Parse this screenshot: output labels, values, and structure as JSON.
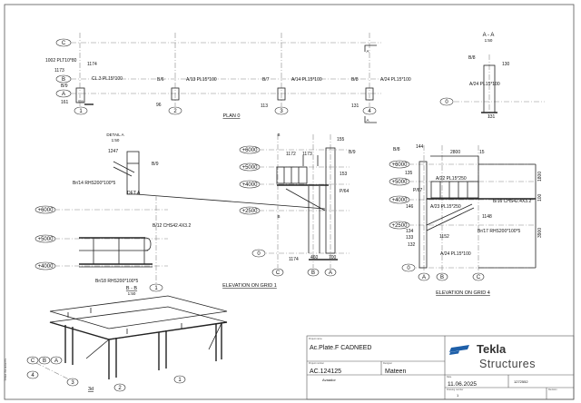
{
  "plan": {
    "title": "PLAN 0",
    "grid_rows": [
      "C",
      "B",
      "A"
    ],
    "grid_cols": [
      "1",
      "2",
      "3",
      "4"
    ],
    "section_mark": "A",
    "tags": [
      "1002 PLT10*80",
      "1174",
      "1173",
      "CL.3 PL15*100",
      "B/9",
      "161",
      "B/6",
      "A/13 PL15*100",
      "96",
      "B/7",
      "A/14 PL15*100",
      "113",
      "B/8",
      "A/24 PL15*100",
      "131",
      "500"
    ]
  },
  "section_aa": {
    "title": "A - A",
    "scale": "1:50",
    "grid": "0",
    "tags": [
      "B/8",
      "130",
      "A/24 PL15*100",
      "131"
    ]
  },
  "detail_a": {
    "title": "DETAIL A",
    "scale": "1:50",
    "tags": [
      "1247",
      "B/9",
      "Br/14 RHS200*100*5"
    ],
    "ref": "DET A"
  },
  "section_bb": {
    "title": "B - B",
    "scale": "1:50",
    "levels": [
      "+6000",
      "+5000",
      "+4000"
    ],
    "grid": "1",
    "tags": [
      "B/12 CHS42.4X3.2",
      "Br/18 RHS200*100*5"
    ]
  },
  "elev1": {
    "title": "ELEVATION ON GRID 1",
    "levels": [
      "+6000",
      "+5000",
      "+4000",
      "+2500",
      "0"
    ],
    "grids": [
      "C",
      "B",
      "A"
    ],
    "section_mark": "B",
    "tags": [
      "1172",
      "1173",
      "155",
      "B/9",
      "153",
      "P/64",
      "1174"
    ],
    "dims": [
      "460",
      "700"
    ]
  },
  "elev4": {
    "title": "ELEVATION ON GRID 4",
    "levels": [
      "+6000",
      "+5000",
      "+4000",
      "+2500",
      "0"
    ],
    "grids": [
      "A",
      "B",
      "C"
    ],
    "tags": [
      "B/8",
      "144",
      "135",
      "A/22 PL15*250",
      "P/67",
      "146",
      "A/23 PL15*250",
      "B/16 CHS42.4X3.2",
      "1148",
      "134",
      "133",
      "132",
      "1152",
      "Br/17 RHS200*100*5",
      "A/24 PL15*100"
    ],
    "dims": [
      "2800",
      "15",
      "1800",
      "100",
      "3900"
    ]
  },
  "view3d": {
    "title": "3d",
    "grids": [
      "C",
      "B",
      "A",
      "4",
      "3",
      "2",
      "1"
    ]
  },
  "side_text": "Tekla Structures",
  "title_block": {
    "project_name_label": "Project name",
    "project_name": "Ac.Plate.F CADNEED",
    "project_number_label": "Project number",
    "project_number": "AC.124125",
    "designer_label": "Designer",
    "designer": "Mateen",
    "client": "Avaador",
    "date_label": "Date",
    "date": "11.06.2025",
    "code": "1272552",
    "drawing_number_label": "Drawing number",
    "drawing_number": "1",
    "revision_label": "Revision",
    "logo_line1": "Tekla",
    "logo_line2": "Structures",
    "brand_color": "#1e5fa8"
  }
}
